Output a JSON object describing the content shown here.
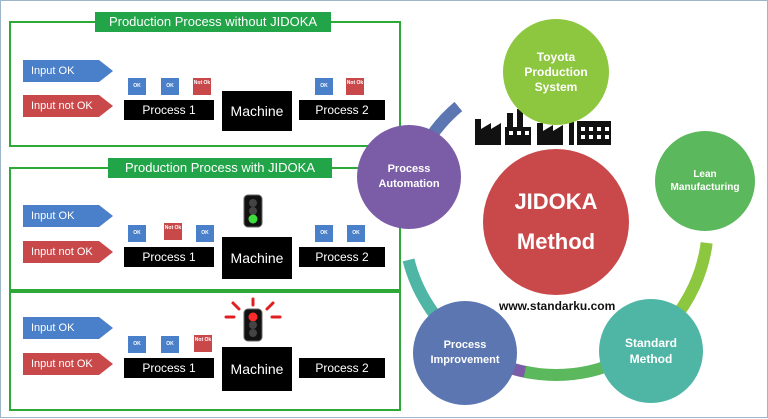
{
  "panel1": {
    "title": "Production Process without JIDOKA",
    "input_ok": "Input OK",
    "input_not_ok": "Input not OK",
    "process1": "Process 1",
    "process2": "Process 2",
    "machine": "Machine"
  },
  "panel2": {
    "title": "Production Process with JIDOKA",
    "input_ok": "Input OK",
    "input_not_ok": "Input not OK",
    "process1": "Process 1",
    "process2": "Process 2",
    "machine": "Machine"
  },
  "panel3": {
    "input_ok": "Input OK",
    "input_not_ok": "Input not OK",
    "process1": "Process 1",
    "process2": "Process 2",
    "machine": "Machine"
  },
  "box_labels": {
    "ok": "OK",
    "not_ok": "Not\nOk"
  },
  "cycle": {
    "center_line1": "JIDOKA",
    "center_line2": "Method",
    "toyota": "Toyota\nProduction\nSystem",
    "lean": "Lean\nManufacturing",
    "standard": "Standard\nMethod",
    "improvement": "Process\nImprovement",
    "automation": "Process\nAutomation"
  },
  "website": "www.standarku.com",
  "colors": {
    "green_border": "#2ea836",
    "ok_blue": "#4a7fc9",
    "notok_red": "#c9494b",
    "toyota": "#8dc63f",
    "lean": "#5cb85c",
    "standard": "#4fb6a5",
    "improvement": "#5b76b0",
    "automation": "#7b5ca7",
    "center": "#c9494b"
  }
}
